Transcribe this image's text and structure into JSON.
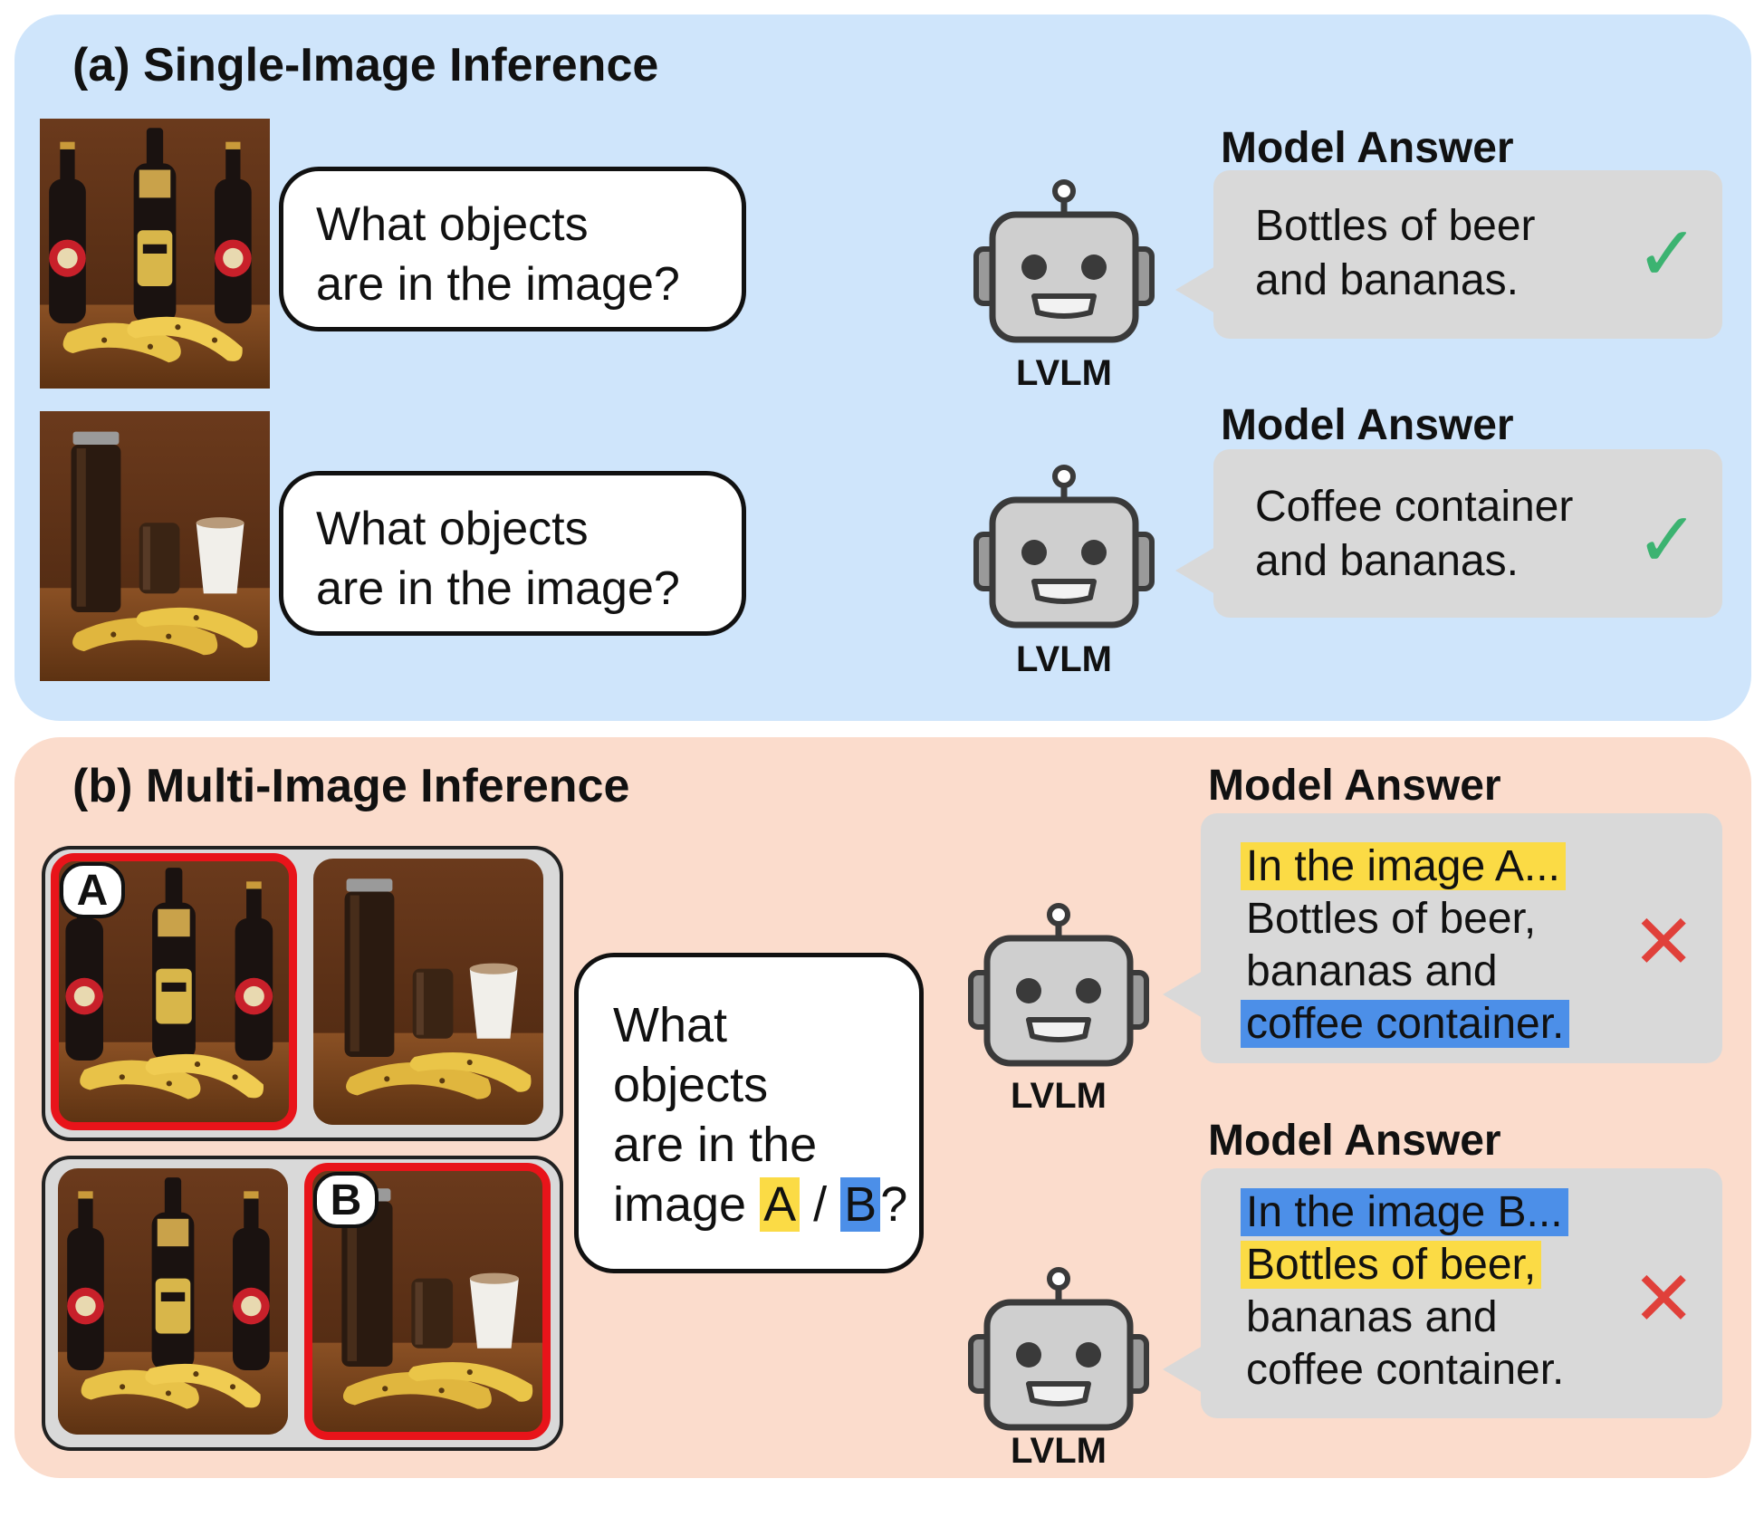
{
  "panel_a": {
    "title": "(a) Single-Image Inference",
    "rows": [
      {
        "question": [
          "What objects",
          "are in the image?"
        ],
        "model_label": "LVLM",
        "answer_title": "Model Answer",
        "answer": [
          "Bottles of beer",
          "and bananas."
        ],
        "verdict": "✓"
      },
      {
        "question": [
          "What objects",
          "are in the image?"
        ],
        "model_label": "LVLM",
        "answer_title": "Model Answer",
        "answer": [
          "Coffee container",
          "and bananas."
        ],
        "verdict": "✓"
      }
    ]
  },
  "panel_b": {
    "title": "(b) Multi-Image Inference",
    "tag_a": "A",
    "tag_b": "B",
    "question": [
      "What",
      "objects",
      "are in the"
    ],
    "question_last": "image",
    "question_a": "A",
    "question_slash": "/",
    "question_b": "B",
    "question_mark": "?",
    "rows": [
      {
        "model_label": "LVLM",
        "answer_title": "Model Answer",
        "answer": [
          "In the image A...",
          "Bottles of beer,",
          "bananas and",
          "coffee container."
        ],
        "verdict": "✕"
      },
      {
        "model_label": "LVLM",
        "answer_title": "Model Answer",
        "answer": [
          "In the image B...",
          "Bottles of beer,",
          "bananas and",
          "coffee container."
        ],
        "verdict": "✕"
      }
    ]
  },
  "colors": {
    "panel_a_bg": "#cfe5fb",
    "panel_b_bg": "#fbdccc",
    "answer_box": "#d9d9d9",
    "check": "#3cb371",
    "cross": "#e0403a",
    "highlight_yellow": "#fbdb45",
    "highlight_blue": "#4c8fe8",
    "selection_frame": "#e8141a"
  }
}
